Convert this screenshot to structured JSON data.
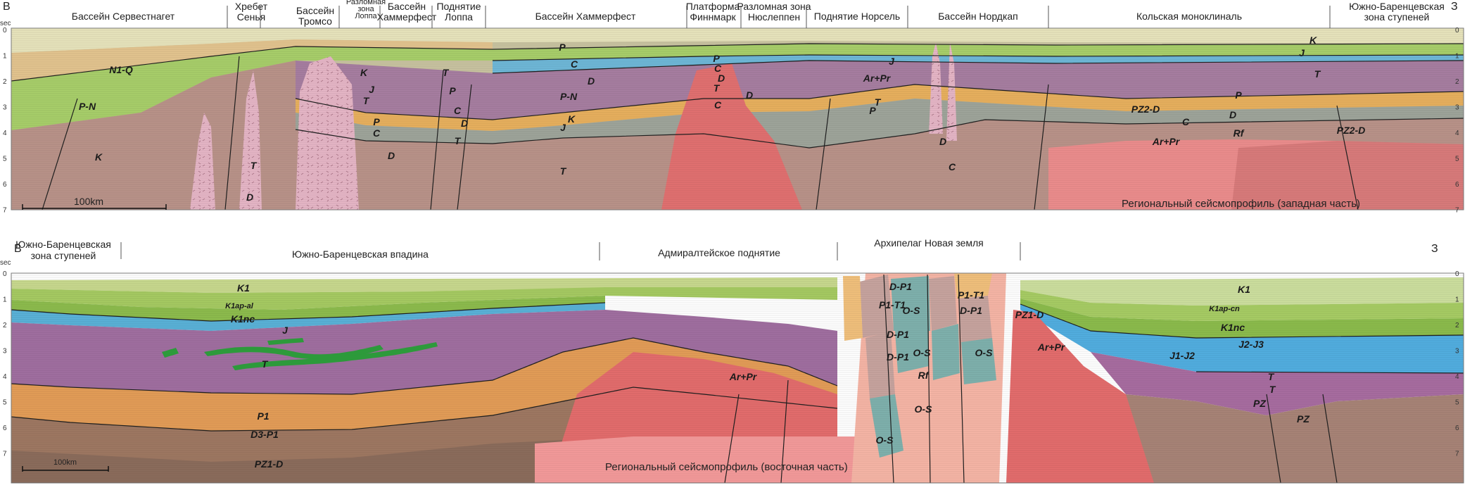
{
  "west_panel": {
    "corner_left": "В",
    "corner_right": "З",
    "axis_unit": "sec",
    "ticks": [
      "0",
      "1",
      "2",
      "3",
      "4",
      "5",
      "6",
      "7"
    ],
    "caption": "Региональный сейсмопрофиль (западная часть)",
    "scale_label": "100km",
    "regions": [
      {
        "lines": [
          "Бассейн Сервестнагет"
        ]
      },
      {
        "lines": [
          "Хребет",
          "Сенья"
        ]
      },
      {
        "lines": [
          "Бассейн",
          "Тромсо"
        ]
      },
      {
        "lines": [
          "Разломная",
          "зона",
          "Лоппа"
        ]
      },
      {
        "lines": [
          "Бассейн",
          "Хаммерфест"
        ]
      },
      {
        "lines": [
          "Поднятие",
          "Лоппа"
        ]
      },
      {
        "lines": [
          "Бассейн Хаммерфест"
        ]
      },
      {
        "lines": [
          "Платформа",
          "Финнмарк"
        ]
      },
      {
        "lines": [
          "Разломная зона",
          "Нюслеппен"
        ]
      },
      {
        "lines": [
          "Поднятие Норсель"
        ]
      },
      {
        "lines": [
          "Бассейн Нордкап"
        ]
      },
      {
        "lines": [
          "Кольская моноклиналь"
        ]
      },
      {
        "lines": [
          "Южно-Баренцевская",
          "зона ступеней"
        ]
      }
    ],
    "unit_labels": [
      "N1-Q",
      "P-N",
      "K",
      "K",
      "T",
      "D",
      "J",
      "T",
      "P",
      "C",
      "D",
      "T",
      "P",
      "C",
      "D",
      "T",
      "P",
      "C",
      "D",
      "P-N",
      "K",
      "J",
      "T",
      "P",
      "C",
      "D",
      "T",
      "C",
      "D",
      "Ar+Pr",
      "J",
      "T",
      "P",
      "C",
      "D",
      "PZ2-D",
      "Ar+Pr",
      "C",
      "P",
      "D",
      "K",
      "J",
      "T",
      "Rf",
      "PZ2-D"
    ]
  },
  "east_panel": {
    "corner_left": "В",
    "corner_right": "З",
    "axis_unit": "sec",
    "ticks": [
      "0",
      "1",
      "2",
      "3",
      "4",
      "5",
      "6",
      "7"
    ],
    "caption": "Региональный сейсмопрофиль (восточная часть)",
    "scale_label": "100km",
    "regions": [
      {
        "lines": [
          "Южно-Баренцевская",
          "зона ступеней"
        ]
      },
      {
        "lines": [
          "Южно-Баренцевская впадина"
        ]
      },
      {
        "lines": [
          "Адмиралтейское поднятие"
        ]
      },
      {
        "lines": [
          "Архипелаг Новая земля"
        ]
      }
    ],
    "unit_labels": [
      "K1",
      "K1ap-al",
      "K1nc",
      "J",
      "T",
      "P1",
      "D3-P1",
      "PZ1-D",
      "Ar+Pr",
      "P1-T1",
      "D-P1",
      "P1-T1",
      "D-P1",
      "O-S",
      "D-P1",
      "D-P1",
      "O-S",
      "O-S",
      "O-S",
      "Rf",
      "O-S",
      "PZ1-D",
      "Ar+Pr",
      "K1",
      "K1ap-cn",
      "K1nc",
      "J1-J2",
      "J2-J3",
      "T",
      "T",
      "PZ",
      "PZ"
    ]
  }
}
